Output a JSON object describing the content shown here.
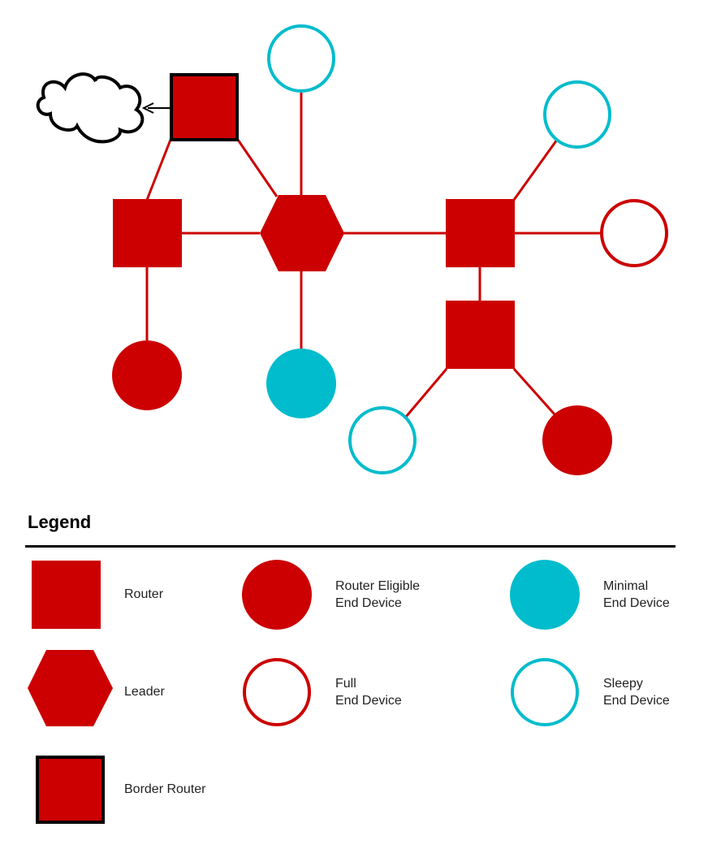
{
  "colors": {
    "red": "#cc0000",
    "cyan": "#00bccc",
    "black": "#000000"
  },
  "icons": [
    "cloud-icon",
    "arrow-icon"
  ],
  "legend": {
    "title": "Legend",
    "items": [
      {
        "shape": "router",
        "lines": [
          "Router"
        ]
      },
      {
        "shape": "reed",
        "lines": [
          "Router Eligible",
          "End Device"
        ]
      },
      {
        "shape": "med",
        "lines": [
          "Minimal",
          "End Device"
        ]
      },
      {
        "shape": "leader",
        "lines": [
          "Leader"
        ]
      },
      {
        "shape": "fed",
        "lines": [
          "Full",
          "End Device"
        ]
      },
      {
        "shape": "sed",
        "lines": [
          "Sleepy",
          "End Device"
        ]
      },
      {
        "shape": "border-router",
        "lines": [
          "Border Router"
        ]
      }
    ]
  }
}
